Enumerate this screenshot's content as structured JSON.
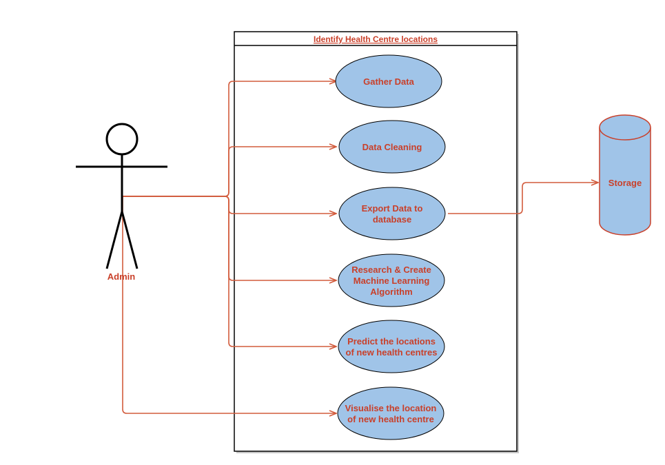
{
  "system": {
    "title": "Identify Health Centre locations"
  },
  "actor": {
    "label": "Admin"
  },
  "use_cases": [
    {
      "id": "gather",
      "lines": [
        "Gather Data"
      ]
    },
    {
      "id": "cleaning",
      "lines": [
        "Data Cleaning"
      ]
    },
    {
      "id": "export",
      "lines": [
        "Export Data to",
        "database"
      ]
    },
    {
      "id": "research",
      "lines": [
        "Research & Create",
        "Machine Learning",
        "Algorithm"
      ]
    },
    {
      "id": "predict",
      "lines": [
        "Predict the locations",
        "of new health centres"
      ]
    },
    {
      "id": "visualise",
      "lines": [
        "Visualise the location",
        "of new health centre"
      ]
    }
  ],
  "storage": {
    "label": "Storage"
  },
  "colors": {
    "line": "#d25b3c",
    "text": "#c9402a",
    "fill": "#a0c4e8"
  }
}
